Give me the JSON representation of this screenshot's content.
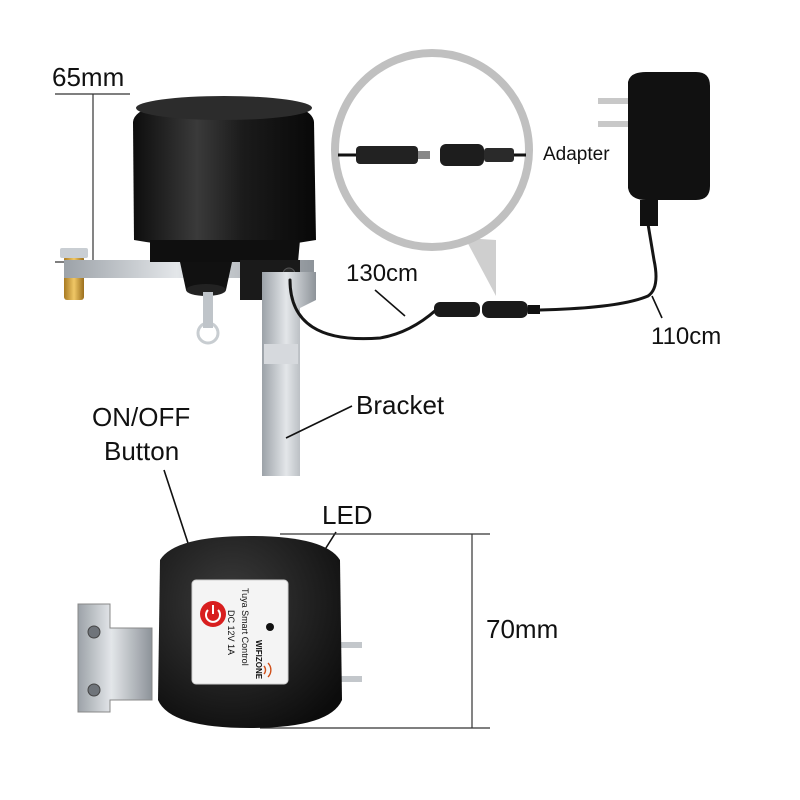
{
  "labels": {
    "width_dim": "65mm",
    "height_dim": "70mm",
    "adapter": "Adapter",
    "cable_long": "130cm",
    "cable_short": "110cm",
    "bracket": "Bracket",
    "button_line1": "ON/OFF",
    "button_line2": "Button",
    "led": "LED"
  },
  "device_label": {
    "line1": "Tuya Smart Control",
    "line2": "DC 12V 1A",
    "brand": "WIFIZONE"
  },
  "colors": {
    "body": "#161616",
    "metal": "#b9bec4",
    "brass": "#d9a640",
    "button_red": "#d81e1e",
    "magnifier_ring": "#bdbdbd"
  },
  "icons": {
    "power_button": "power-icon",
    "led_indicator": "led-dot-icon",
    "wifi_logo": "wifi-icon"
  }
}
